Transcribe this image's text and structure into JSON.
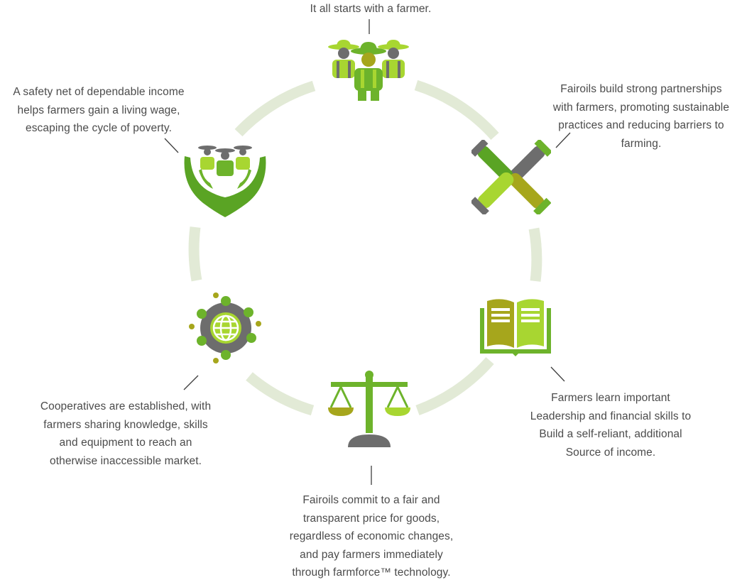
{
  "colors": {
    "ring": "#e2ead6",
    "green_dark": "#5aa424",
    "green_mid": "#6db32b",
    "green_light": "#a8d631",
    "olive": "#a6a61c",
    "gray": "#6d6d6d",
    "connector": "#3f3f3f",
    "text": "#4b4b4b"
  },
  "stages": [
    {
      "id": "farmer",
      "icon": "farmers-group-icon",
      "caption": "It all starts with a farmer."
    },
    {
      "id": "partnerships",
      "icon": "joined-hands-icon",
      "caption": "Fairoils build strong partnerships\nwith farmers, promoting sustainable\npractices and reducing barriers to\nfarming."
    },
    {
      "id": "skills",
      "icon": "open-book-icon",
      "caption": "Farmers learn important\nLeadership and financial skills to\nBuild a self-reliant, additional\nSource of income."
    },
    {
      "id": "fair-price",
      "icon": "balance-scale-icon",
      "caption": "Fairoils commit to a fair and\ntransparent price for goods,\nregardless of economic changes,\nand pay farmers immediately\nthrough farmforce™ technology."
    },
    {
      "id": "cooperatives",
      "icon": "cooperative-globe-icon",
      "caption": "Cooperatives are established, with\nfarmers sharing knowledge, skills\nand equipment to reach an\notherwise inaccessible market."
    },
    {
      "id": "safety-net",
      "icon": "supporting-hands-icon",
      "caption": "A safety net of dependable income\nhelps farmers gain a living wage,\nescaping the cycle of poverty."
    }
  ]
}
